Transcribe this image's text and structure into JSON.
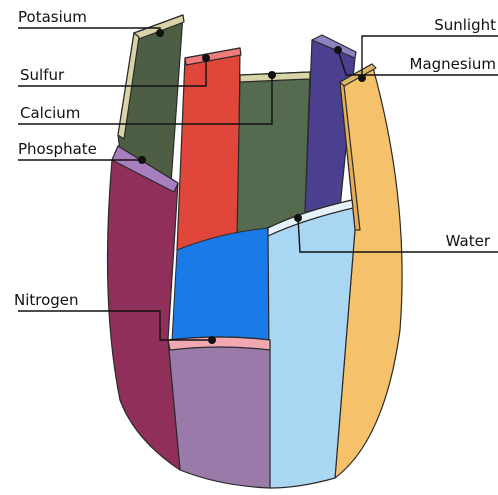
{
  "diagram": {
    "labels": {
      "potasium": "Potasium",
      "sulfur": "Sulfur",
      "calcium": "Calcium",
      "phosphate": "Phosphate",
      "nitrogen": "Nitrogen",
      "sunlight": "Sunlight",
      "magnesium": "Magnesium",
      "water": "Water"
    },
    "colors": {
      "potasium": "#4e5e45",
      "sulfur": "#e0463a",
      "calcium": "#556b50",
      "phosphate": "#8f2f5a",
      "nitrogen": "#9a7aa8",
      "sunlight": "#f5c26b",
      "magnesium": "#4b3f8f",
      "water": "#a9d6f2",
      "water_fill": "#1a7be8"
    }
  }
}
